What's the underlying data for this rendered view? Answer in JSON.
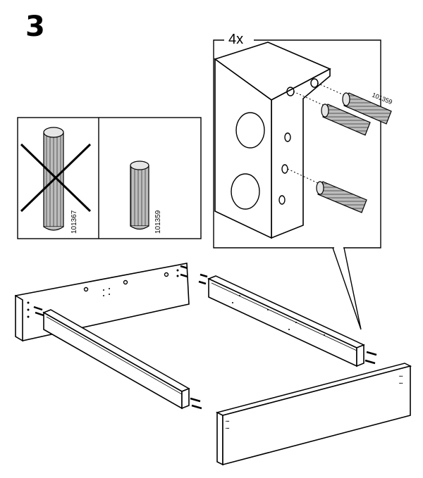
{
  "step": {
    "number": "3"
  },
  "detail": {
    "quantity": "4x",
    "dowel_part": "101359"
  },
  "comparison": {
    "wrong_part": "101367",
    "correct_part": "101359"
  }
}
